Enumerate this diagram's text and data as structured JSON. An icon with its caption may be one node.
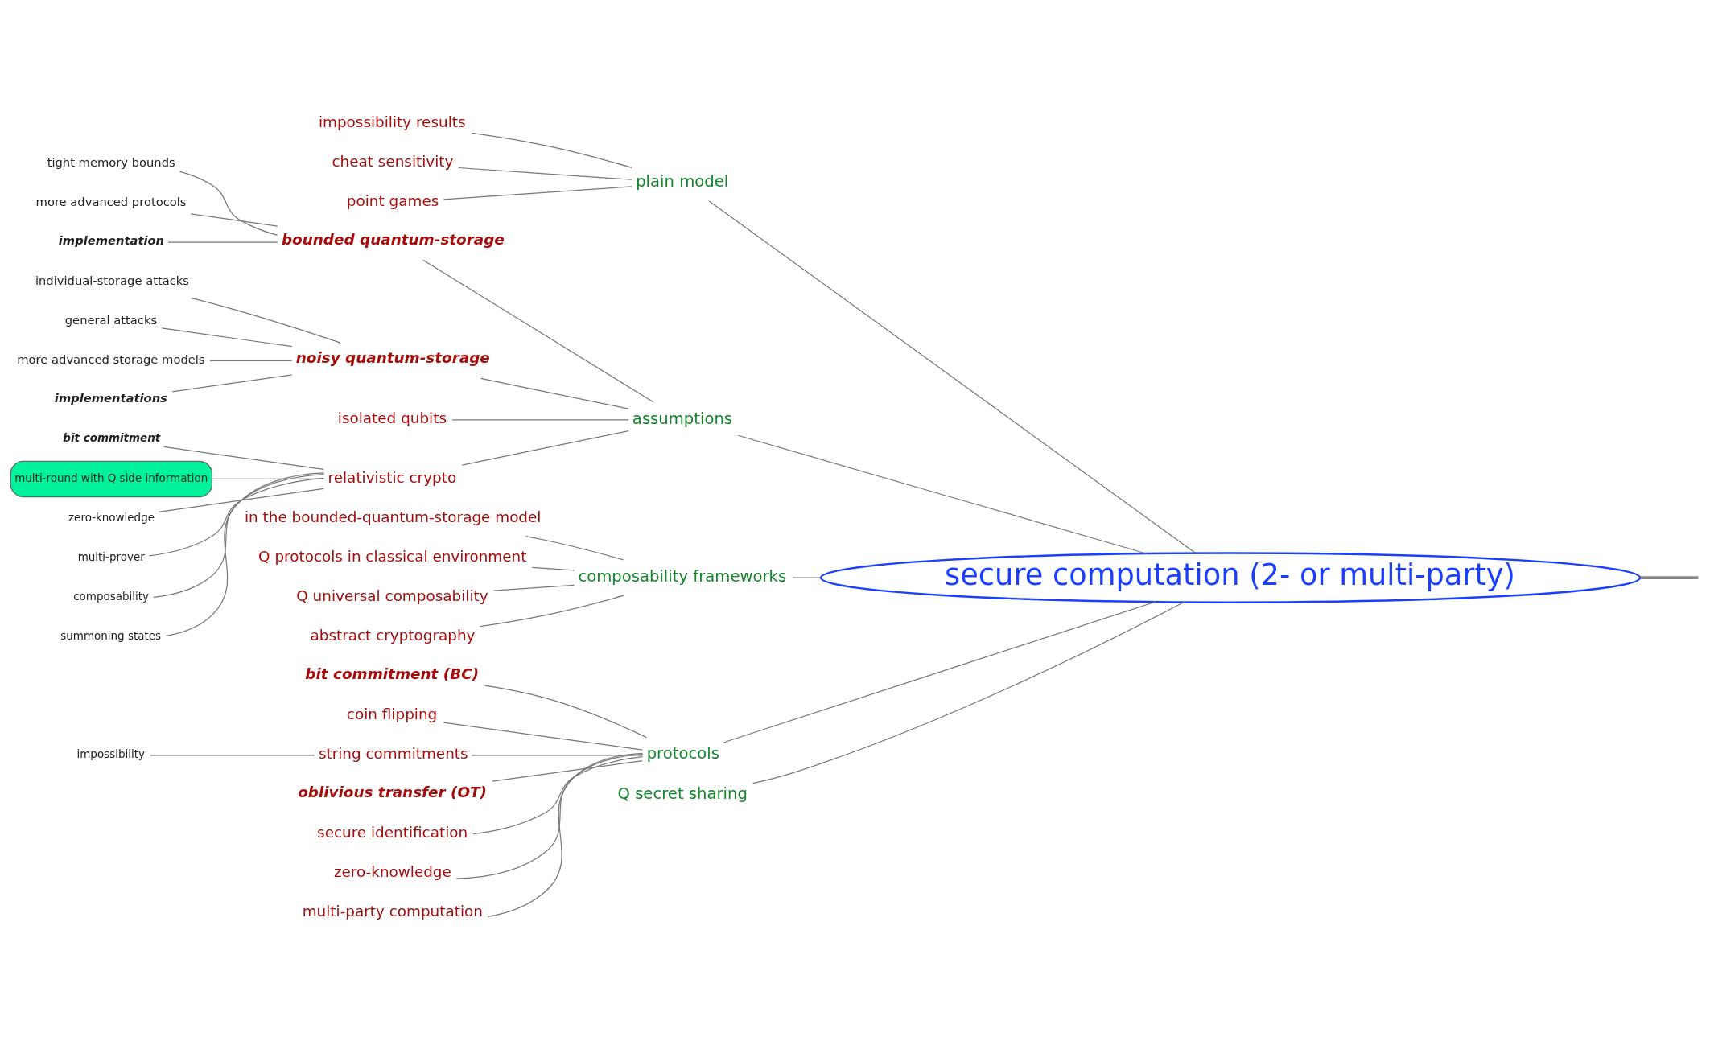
{
  "diagram": {
    "nodes": [
      {
        "text": [
          "secure computation (2- or multi-party)"
        ]
      },
      {
        "text": [
          "plain model"
        ]
      },
      {
        "text": [
          "impossibility results"
        ]
      },
      {
        "text": [
          "cheat sensitivity"
        ]
      },
      {
        "text": [
          "point games"
        ]
      },
      {
        "text": [
          "assumptions"
        ]
      },
      {
        "text": [
          "bounded quantum-storage"
        ]
      },
      {
        "text": [
          "tight memory bounds"
        ]
      },
      {
        "text": [
          "more advanced protocols"
        ]
      },
      {
        "text": [
          "implementation"
        ]
      },
      {
        "text": [
          "noisy quantum-storage"
        ]
      },
      {
        "text": [
          "individual-storage attacks"
        ]
      },
      {
        "text": [
          "general attacks"
        ]
      },
      {
        "text": [
          "more advanced storage models"
        ]
      },
      {
        "text": [
          "implementations"
        ]
      },
      {
        "text": [
          "isolated qubits"
        ]
      },
      {
        "text": [
          "relativistic crypto"
        ]
      },
      {
        "text": [
          "bit commitment"
        ]
      },
      {
        "text": [
          "multi-round with Q side information"
        ]
      },
      {
        "text": [
          "zero-knowledge"
        ]
      },
      {
        "text": [
          "multi-prover"
        ]
      },
      {
        "text": [
          "composability"
        ]
      },
      {
        "text": [
          "summoning states"
        ]
      },
      {
        "text": [
          "composability frameworks"
        ]
      },
      {
        "text": [
          "in the bounded-quantum-storage model"
        ]
      },
      {
        "text": [
          "Q protocols in classical environment"
        ]
      },
      {
        "text": [
          "Q universal composability"
        ]
      },
      {
        "text": [
          "abstract cryptography"
        ]
      },
      {
        "text": [
          "protocols"
        ]
      },
      {
        "text": [
          "bit commitment (BC)"
        ]
      },
      {
        "text": [
          "coin flipping"
        ]
      },
      {
        "text": [
          "string commitments"
        ]
      },
      {
        "text": [
          "impossibility"
        ]
      },
      {
        "text": [
          "oblivious transfer (OT)"
        ]
      },
      {
        "text": [
          "secure identification"
        ]
      },
      {
        "text": [
          "zero-knowledge"
        ]
      },
      {
        "text": [
          "multi-party computation"
        ]
      },
      {
        "text": [
          "Q secret sharing"
        ]
      }
    ],
    "edges": [
      {
        "from": 0,
        "to": 1,
        "arrow": "none"
      },
      {
        "from": 1,
        "to": 2,
        "arrow": "none"
      },
      {
        "from": 1,
        "to": 3,
        "arrow": "none"
      },
      {
        "from": 1,
        "to": 4,
        "arrow": "none"
      },
      {
        "from": 0,
        "to": 5,
        "arrow": "none"
      },
      {
        "from": 5,
        "to": 6,
        "arrow": "none"
      },
      {
        "from": 6,
        "to": 7,
        "arrow": "none"
      },
      {
        "from": 6,
        "to": 8,
        "arrow": "none"
      },
      {
        "from": 6,
        "to": 9,
        "arrow": "none"
      },
      {
        "from": 5,
        "to": 10,
        "arrow": "none"
      },
      {
        "from": 10,
        "to": 11,
        "arrow": "none"
      },
      {
        "from": 10,
        "to": 12,
        "arrow": "none"
      },
      {
        "from": 10,
        "to": 13,
        "arrow": "none"
      },
      {
        "from": 10,
        "to": 14,
        "arrow": "none"
      },
      {
        "from": 5,
        "to": 15,
        "arrow": "none"
      },
      {
        "from": 5,
        "to": 16,
        "arrow": "none"
      },
      {
        "from": 16,
        "to": 17,
        "arrow": "none"
      },
      {
        "from": 16,
        "to": 18,
        "arrow": "none"
      },
      {
        "from": 16,
        "to": 19,
        "arrow": "none"
      },
      {
        "from": 16,
        "to": 20,
        "arrow": "none"
      },
      {
        "from": 16,
        "to": 21,
        "arrow": "none"
      },
      {
        "from": 16,
        "to": 22,
        "arrow": "none"
      },
      {
        "from": 0,
        "to": 23,
        "arrow": "none"
      },
      {
        "from": 23,
        "to": 24,
        "arrow": "none"
      },
      {
        "from": 23,
        "to": 25,
        "arrow": "none"
      },
      {
        "from": 23,
        "to": 26,
        "arrow": "none"
      },
      {
        "from": 23,
        "to": 27,
        "arrow": "none"
      },
      {
        "from": 0,
        "to": 28,
        "arrow": "none"
      },
      {
        "from": 28,
        "to": 29,
        "arrow": "none"
      },
      {
        "from": 28,
        "to": 30,
        "arrow": "none"
      },
      {
        "from": 28,
        "to": 31,
        "arrow": "none"
      },
      {
        "from": 31,
        "to": 32,
        "arrow": "none"
      },
      {
        "from": 28,
        "to": 33,
        "arrow": "none"
      },
      {
        "from": 28,
        "to": 34,
        "arrow": "none"
      },
      {
        "from": 28,
        "to": 35,
        "arrow": "none"
      },
      {
        "from": 28,
        "to": 36,
        "arrow": "none"
      },
      {
        "from": 0,
        "to": 37,
        "arrow": "none"
      },
      {
        "from": 0,
        "to": null,
        "arrow": "none",
        "color": "#888888"
      }
    ]
  }
}
